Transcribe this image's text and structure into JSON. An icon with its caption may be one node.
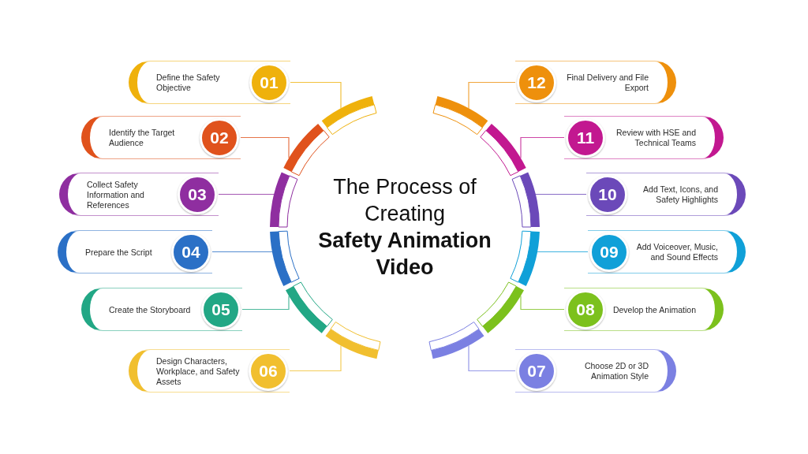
{
  "diagram": {
    "title": "The Process of Creating **Safety Animation Video**",
    "nodes": [
      {
        "text": [
          "Define the Safety Objective",
          "01"
        ]
      },
      {
        "text": [
          "Identify the Target Audience",
          "02"
        ]
      },
      {
        "text": [
          "Collect Safety Information and References",
          "03"
        ]
      },
      {
        "text": [
          "Prepare the Script",
          "04"
        ]
      },
      {
        "text": [
          "Create the Storyboard",
          "05"
        ]
      },
      {
        "text": [
          "Design Characters, Workplace, and Safety Assets",
          "06"
        ]
      },
      {
        "text": [
          "07",
          "Choose 2D or 3D Animation Style"
        ]
      },
      {
        "text": [
          "08",
          "Develop the Animation"
        ]
      },
      {
        "text": [
          "09",
          "Add Voiceover, Music, and Sound Effects"
        ]
      },
      {
        "text": [
          "10",
          "Add Text, Icons, and Safety Highlights"
        ]
      },
      {
        "text": [
          "11",
          "Review with HSE and Technical Teams"
        ]
      },
      {
        "text": [
          "12",
          "Final Delivery and File Export"
        ]
      },
      {
        "text": [],
        "shape": "arc"
      },
      {
        "text": [],
        "shape": "arc"
      },
      {
        "text": [],
        "shape": "arc"
      },
      {
        "text": [],
        "shape": "arc"
      },
      {
        "text": [],
        "shape": "arc"
      },
      {
        "text": [],
        "shape": "arc"
      },
      {
        "text": [],
        "shape": "arc"
      },
      {
        "text": [],
        "shape": "arc"
      },
      {
        "text": [],
        "shape": "arc"
      },
      {
        "text": [],
        "shape": "arc"
      },
      {
        "text": [],
        "shape": "arc"
      },
      {
        "text": [],
        "shape": "arc"
      }
    ],
    "edges": [
      {
        "from": 0,
        "to": 12,
        "arrow": "none",
        "color": "#efb10c"
      },
      {
        "from": 1,
        "to": 13,
        "arrow": "none",
        "color": "#e0521c"
      },
      {
        "from": 2,
        "to": 14,
        "arrow": "none",
        "color": "#8f2ea0"
      },
      {
        "from": 3,
        "to": 15,
        "arrow": "none",
        "color": "#2b70c6"
      },
      {
        "from": 4,
        "to": 16,
        "arrow": "none",
        "color": "#22a785"
      },
      {
        "from": 5,
        "to": 17,
        "arrow": "none",
        "color": "#f1bf2f"
      },
      {
        "from": 6,
        "to": 18,
        "arrow": "none",
        "color": "#7b80e2"
      },
      {
        "from": 7,
        "to": 19,
        "arrow": "none",
        "color": "#7cc11d"
      },
      {
        "from": 8,
        "to": 20,
        "arrow": "none",
        "color": "#10a0d8"
      },
      {
        "from": 9,
        "to": 21,
        "arrow": "none",
        "color": "#6b49b9"
      },
      {
        "from": 10,
        "to": 22,
        "arrow": "none",
        "color": "#c21890"
      },
      {
        "from": 11,
        "to": 23,
        "arrow": "none",
        "color": "#ee900c"
      }
    ]
  }
}
